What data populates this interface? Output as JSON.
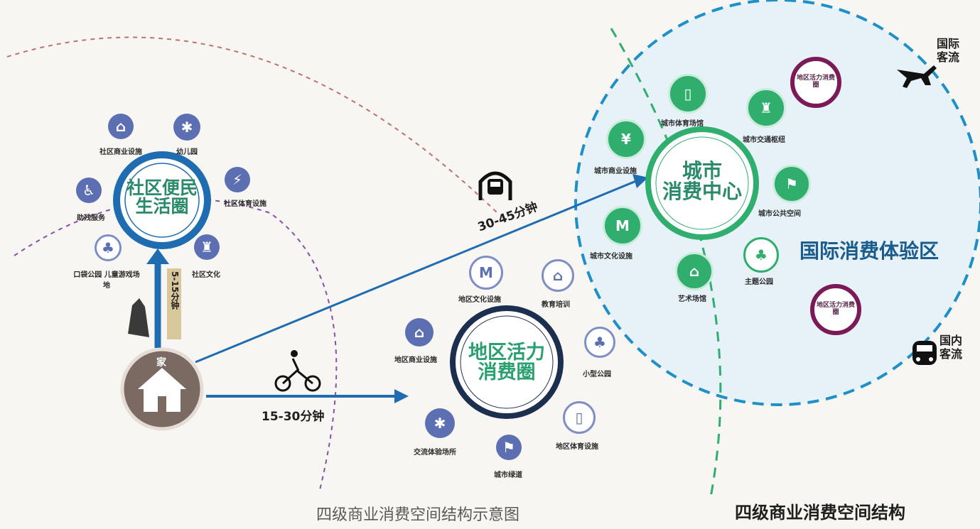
{
  "hubs": {
    "community": {
      "line1": "社区便民",
      "line2": "生活圈"
    },
    "district": {
      "line1": "地区活力",
      "line2": "消费圈"
    },
    "city": {
      "line1": "城市",
      "line2": "消费中心"
    }
  },
  "zone_label": "国际消费体验区",
  "home_label": "家",
  "times": {
    "walk": "5-15分钟",
    "bike": "15-30分钟",
    "metro": "30-45分钟"
  },
  "flows": {
    "intl": {
      "line1": "国际",
      "line2": "客流"
    },
    "domestic": {
      "line1": "国内",
      "line2": "客流"
    }
  },
  "community_items": [
    "社区商业设施",
    "幼儿园",
    "社区体育设施",
    "社区文化",
    "口袋公园 儿童游戏场地",
    "助残服务"
  ],
  "district_items": [
    "地区文化设施",
    "教育培训",
    "小型公园",
    "地区体育设施",
    "城市绿道",
    "交流体验场所",
    "地区商业设施"
  ],
  "city_items": [
    "城市体育场馆",
    "城市交通枢纽",
    "城市公共空间",
    "主题公园",
    "艺术场馆",
    "城市文化设施",
    "城市商业设施"
  ],
  "purple_badges": [
    "地区活力消费圈",
    "地区活力消费圈"
  ],
  "caption_center": "四级商业消费空间结构示意图",
  "caption_right": "四级商业消费空间结构",
  "colors": {
    "blue": "#1f6db0",
    "green": "#2fae6e",
    "navy": "#1d2f4f",
    "purple": "#7a1a56",
    "zone": "#e6f2f7",
    "home": "#7a6a62"
  }
}
